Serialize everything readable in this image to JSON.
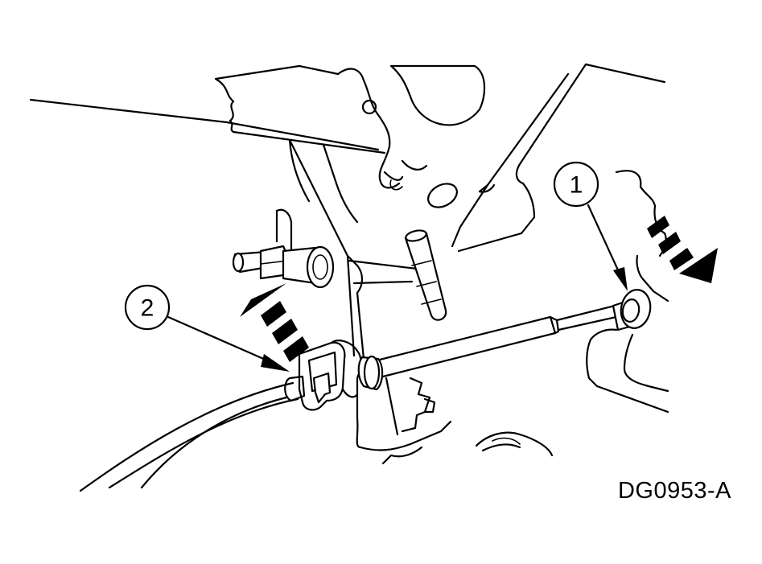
{
  "figure_id": "DG0953-A",
  "callouts": [
    {
      "number": "1"
    },
    {
      "number": "2"
    }
  ],
  "colors": {
    "line": "#000000",
    "background": "#ffffff"
  }
}
